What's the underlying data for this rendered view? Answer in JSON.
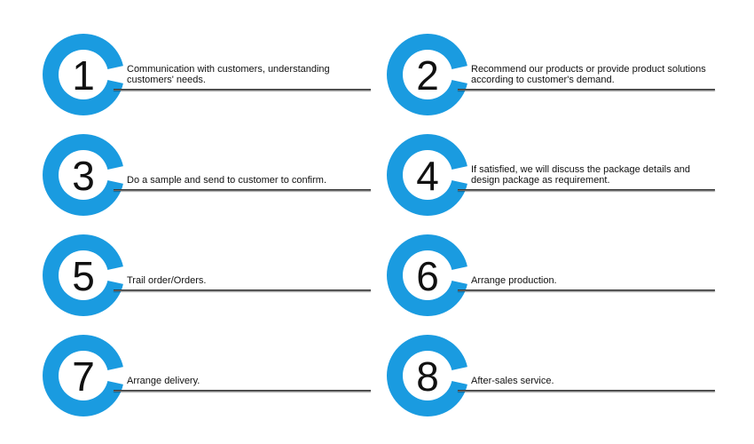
{
  "colors": {
    "accent": "#1a9be0",
    "text": "#111111",
    "rule": "#3a3a3a"
  },
  "steps": [
    {
      "number": "1",
      "text": "Communication with customers, understanding customers' needs."
    },
    {
      "number": "2",
      "text": "Recommend our products or provide product solutions according to customer's demand."
    },
    {
      "number": "3",
      "text": "Do a sample and send to customer to confirm."
    },
    {
      "number": "4",
      "text": "If satisfied, we will discuss the package details and design package as requirement."
    },
    {
      "number": "5",
      "text": "Trail order/Orders."
    },
    {
      "number": "6",
      "text": "Arrange production."
    },
    {
      "number": "7",
      "text": "Arrange delivery."
    },
    {
      "number": "8",
      "text": "After-sales service."
    }
  ]
}
